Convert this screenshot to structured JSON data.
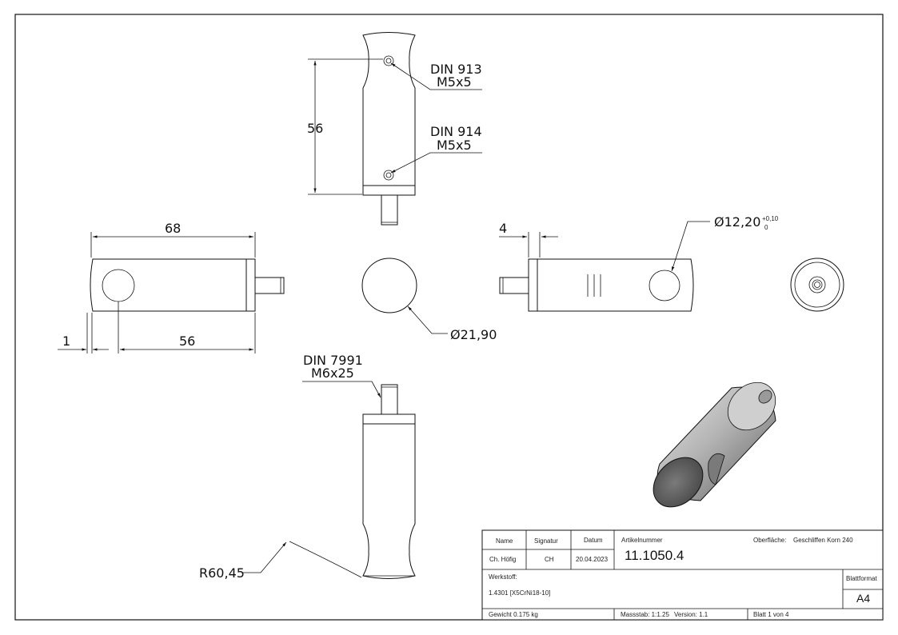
{
  "annotations": {
    "din913_a": "DIN 913",
    "din913_b": "M5x5",
    "din914_a": "DIN 914",
    "din914_b": "M5x5",
    "din7991_a": "DIN 7991",
    "din7991_b": "M6x25",
    "radius": "R60,45"
  },
  "dimensions": {
    "height_56_top": "56",
    "length_68": "68",
    "offset_1": "1",
    "hole_pos_56": "56",
    "gap_4": "4",
    "dia_bore": "12,20",
    "dia_bore_tol_upper": "+0,10",
    "dia_bore_tol_lower": "0",
    "dia_outer": "21,90",
    "dia_symbol": "Ø"
  },
  "title_block": {
    "name_header": "Name",
    "sig_header": "Signatur",
    "date_header": "Datum",
    "article_header": "Artikelnummer",
    "surface_label": "Oberfläche:",
    "surface_value": "Geschliffen Korn 240",
    "name_value": "Ch. Höfig",
    "sig_value": "CH",
    "date_value": "20.04.2023",
    "article_value": "11.1050.4",
    "material_label": "Werkstoff:",
    "material_value": "1.4301 [X5CrNi18-10]",
    "format_label": "Blattformat",
    "format_value": "A4",
    "weight": "Gewicht 0.175 kg",
    "scale": "Massstab: 1:1.25",
    "version": "Version: 1.1",
    "sheet": "Blatt 1 von 4"
  },
  "colors": {
    "line": "#111111",
    "iso_light": "#c9c9c9",
    "iso_dark": "#5a5a5a",
    "iso_face": "#6e6e6e"
  }
}
